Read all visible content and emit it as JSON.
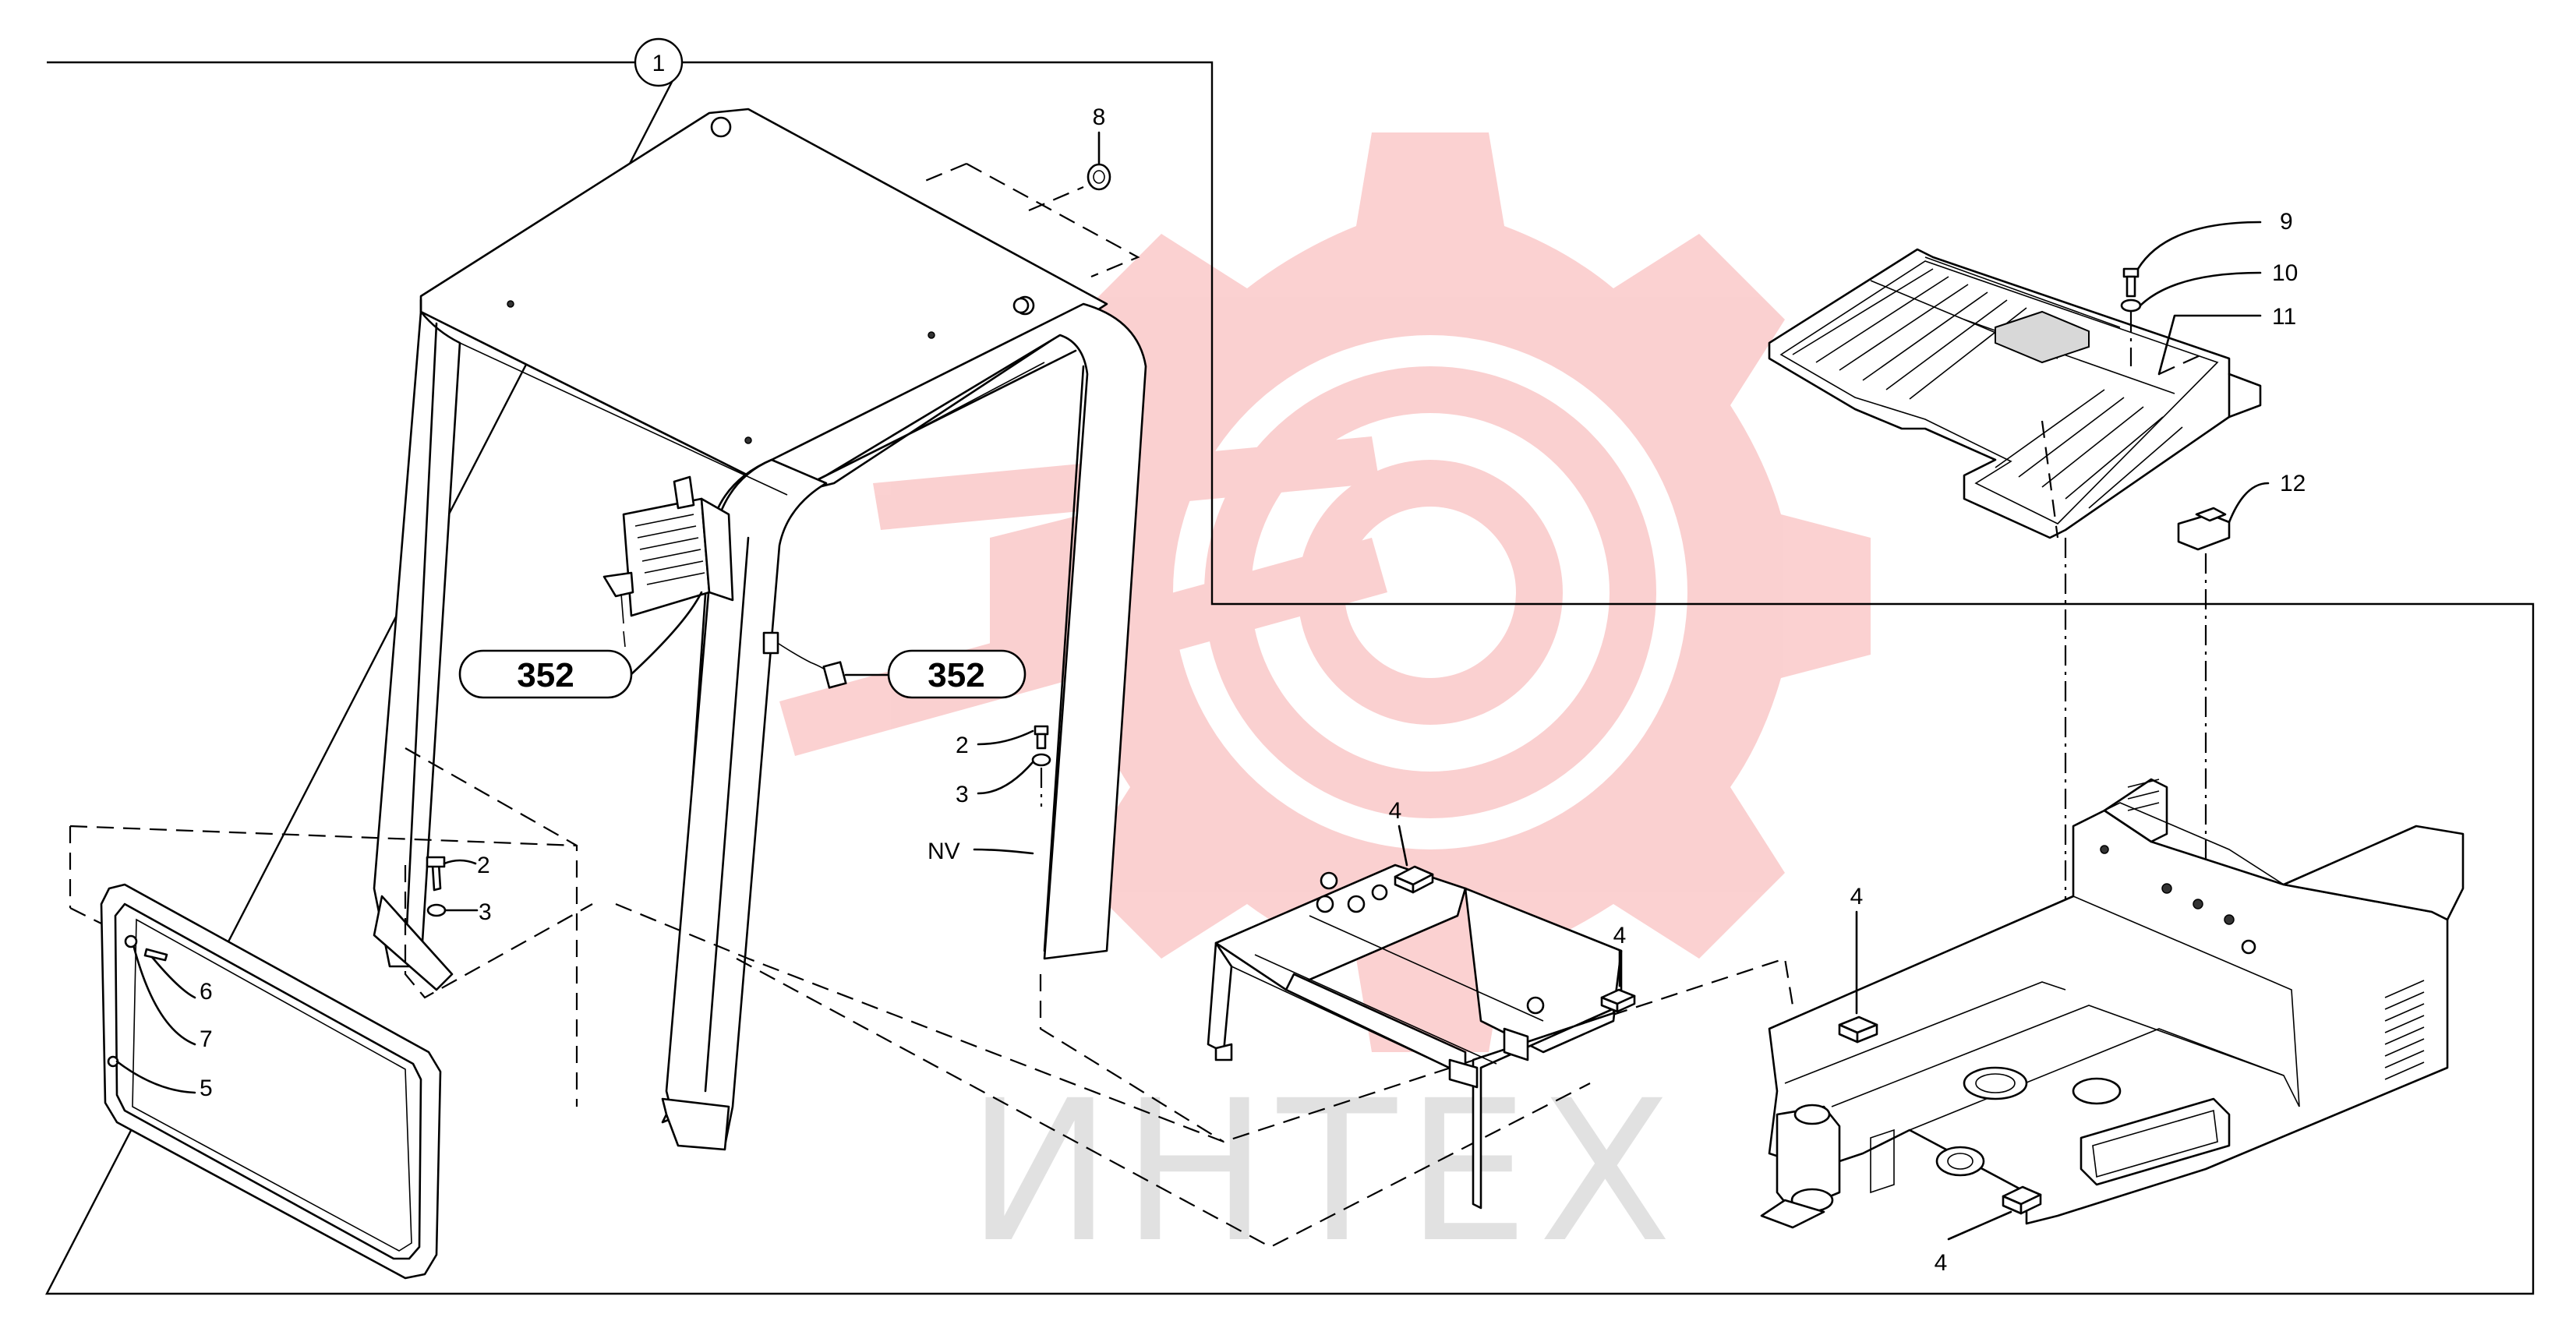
{
  "diagram": {
    "group_label": "1",
    "badges": [
      "352",
      "352"
    ],
    "callouts": {
      "c8": "8",
      "c9": "9",
      "c10": "10",
      "c11": "11",
      "c12": "12",
      "c2a": "2",
      "c3a": "3",
      "c2b": "2",
      "c3b": "3",
      "nv": "NV",
      "c6": "6",
      "c7": "7",
      "c5": "5",
      "c4a": "4",
      "c4b": "4",
      "c4c": "4",
      "c4d": "4"
    },
    "watermark": "ИНТЕХ"
  },
  "colors": {
    "line": "#000000",
    "watermark_red": "#f05a5a",
    "watermark_grey": "#c9c9c9",
    "background": "#ffffff"
  }
}
